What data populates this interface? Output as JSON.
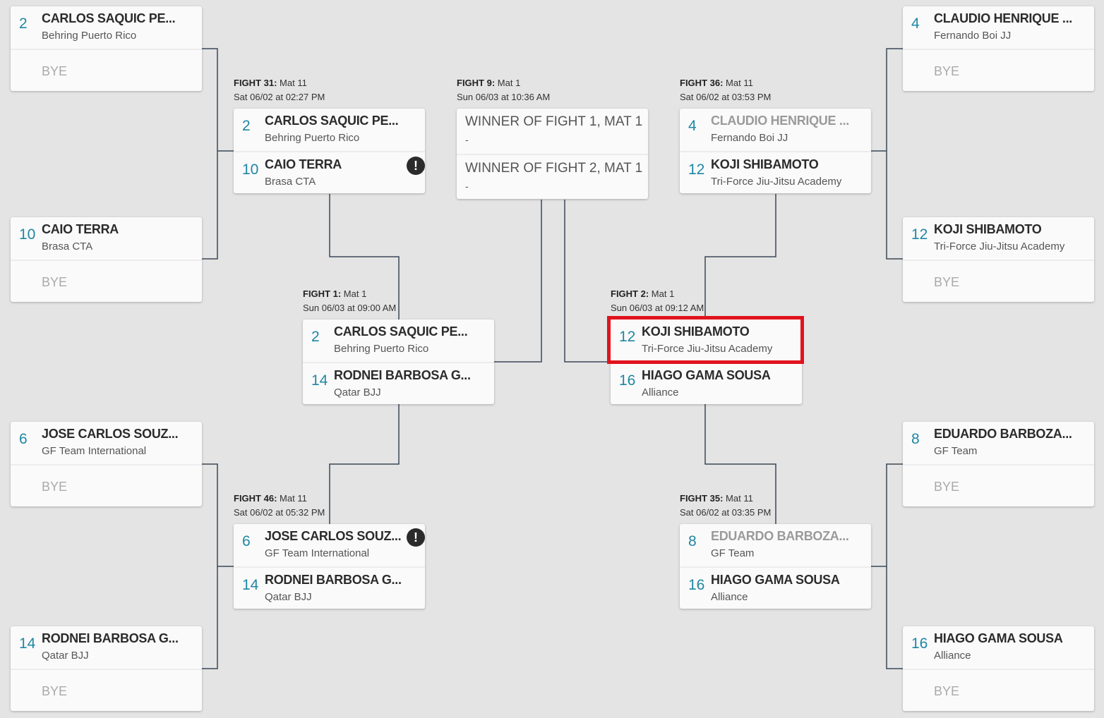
{
  "bye_label": "BYE",
  "alert_icon": "exclamation-icon",
  "highlight_color": "#e0141e",
  "round1_left": [
    {
      "seed": "2",
      "name": "CARLOS SAQUIC PE...",
      "team": "Behring Puerto Rico"
    },
    {
      "seed": "10",
      "name": "CAIO TERRA",
      "team": "Brasa CTA"
    },
    {
      "seed": "6",
      "name": "JOSE CARLOS SOUZ...",
      "team": "GF Team International"
    },
    {
      "seed": "14",
      "name": "RODNEI BARBOSA G...",
      "team": "Qatar BJJ"
    }
  ],
  "round1_right": [
    {
      "seed": "4",
      "name": "CLAUDIO HENRIQUE ...",
      "team": "Fernando Boi JJ"
    },
    {
      "seed": "12",
      "name": "KOJI SHIBAMOTO",
      "team": "Tri-Force Jiu-Jitsu Academy"
    },
    {
      "seed": "8",
      "name": "EDUARDO BARBOZA...",
      "team": "GF Team"
    },
    {
      "seed": "16",
      "name": "HIAGO GAMA SOUSA",
      "team": "Alliance"
    }
  ],
  "fights": [
    {
      "key": "f31",
      "fight": "FIGHT 31:",
      "mat": "Mat 11",
      "time": "Sat 06/02 at 02:27 PM",
      "competitors": [
        {
          "seed": "2",
          "name": "CARLOS SAQUIC PE...",
          "team": "Behring Puerto Rico"
        },
        {
          "seed": "10",
          "name": "CAIO TERRA",
          "team": "Brasa CTA",
          "alert": true
        }
      ]
    },
    {
      "key": "f46",
      "fight": "FIGHT 46:",
      "mat": "Mat 11",
      "time": "Sat 06/02 at 05:32 PM",
      "competitors": [
        {
          "seed": "6",
          "name": "JOSE CARLOS SOUZ...",
          "team": "GF Team International",
          "alert": true
        },
        {
          "seed": "14",
          "name": "RODNEI BARBOSA G...",
          "team": "Qatar BJJ"
        }
      ]
    },
    {
      "key": "f36",
      "fight": "FIGHT 36:",
      "mat": "Mat 11",
      "time": "Sat 06/02 at 03:53 PM",
      "competitors": [
        {
          "seed": "4",
          "name": "CLAUDIO HENRIQUE ...",
          "team": "Fernando Boi JJ",
          "dim": true
        },
        {
          "seed": "12",
          "name": "KOJI SHIBAMOTO",
          "team": "Tri-Force Jiu-Jitsu Academy"
        }
      ]
    },
    {
      "key": "f35",
      "fight": "FIGHT 35:",
      "mat": "Mat 11",
      "time": "Sat 06/02 at 03:35 PM",
      "competitors": [
        {
          "seed": "8",
          "name": "EDUARDO BARBOZA...",
          "team": "GF Team",
          "dim": true
        },
        {
          "seed": "16",
          "name": "HIAGO GAMA SOUSA",
          "team": "Alliance"
        }
      ]
    },
    {
      "key": "f1",
      "fight": "FIGHT 1:",
      "mat": "Mat 1",
      "time": "Sun 06/03 at 09:00 AM",
      "competitors": [
        {
          "seed": "2",
          "name": "CARLOS SAQUIC PE...",
          "team": "Behring Puerto Rico"
        },
        {
          "seed": "14",
          "name": "RODNEI BARBOSA G...",
          "team": "Qatar BJJ"
        }
      ]
    },
    {
      "key": "f2",
      "fight": "FIGHT 2:",
      "mat": "Mat 1",
      "time": "Sun 06/03 at 09:12 AM",
      "competitors": [
        {
          "seed": "12",
          "name": "KOJI SHIBAMOTO",
          "team": "Tri-Force Jiu-Jitsu Academy",
          "highlighted": true
        },
        {
          "seed": "16",
          "name": "HIAGO GAMA SOUSA",
          "team": "Alliance"
        }
      ]
    },
    {
      "key": "f9",
      "fight": "FIGHT 9:",
      "mat": "Mat 1",
      "time": "Sun 06/03 at 10:36 AM",
      "placeholders": [
        {
          "label": "WINNER OF FIGHT 1, MAT 1",
          "sub": "-"
        },
        {
          "label": "WINNER OF FIGHT 2, MAT 1",
          "sub": "-"
        }
      ]
    }
  ]
}
